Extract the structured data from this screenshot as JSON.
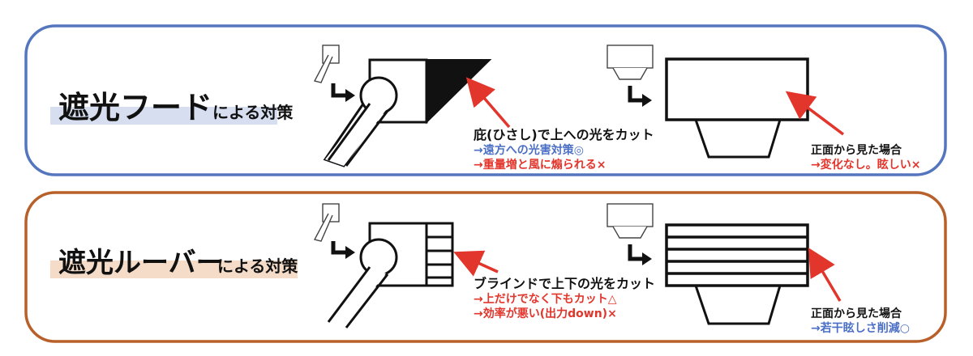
{
  "colors": {
    "panel1_border": "#5576bf",
    "panel2_border": "#b8602a",
    "title1_highlight": "#d6deef",
    "title2_highlight": "#f4dcc9",
    "text_blue": "#4a6fc4",
    "text_red": "#e2352b",
    "arrow_red": "#e2352b"
  },
  "panel1": {
    "title_main": "遮光フード",
    "title_sub": "による対策",
    "side_caption": "庇(ひさし)で上への光をカット",
    "side_good": "→遠方への光害対策◎",
    "side_bad": "→重量増と風に煽られる×",
    "front_caption": "正面から見た場合",
    "front_result": "→変化なし。眩しい×"
  },
  "panel2": {
    "title_main": "遮光ルーバー",
    "title_sub": "による対策",
    "side_caption": "ブラインドで上下の光をカット",
    "side_good": "→上だけでなく下もカット△",
    "side_bad": "→効率が悪い(出力down)×",
    "front_caption": "正面から見た場合",
    "front_result": "→若干眩しさ削減○"
  }
}
